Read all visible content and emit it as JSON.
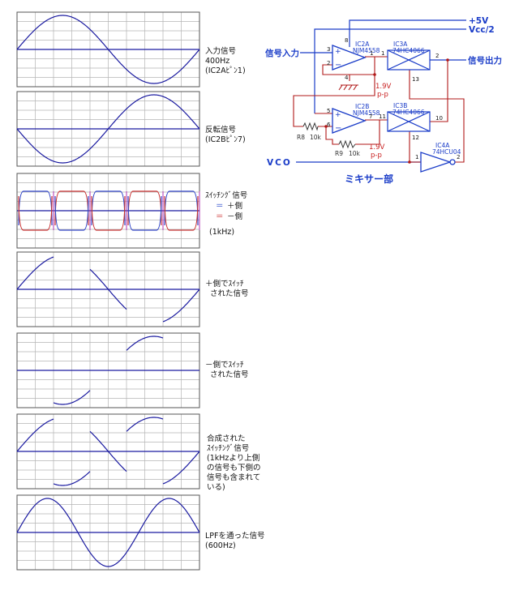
{
  "colors": {
    "grid_border": "#555555",
    "grid_line": "#b4b4b4",
    "trace": "#1a1aa0",
    "pos_trace": "#3246c8",
    "neg_trace": "#c83232",
    "wire": "#b01818",
    "accent_blue": "#1a3cc8",
    "annot_red": "#c81e1e"
  },
  "panels": [
    {
      "id": "input",
      "lines": [
        "入力信号",
        "400Hz",
        "(IC2Aﾋﾟﾝ1)"
      ]
    },
    {
      "id": "inverted",
      "lines": [
        "反転信号",
        "(IC2Bﾋﾟﾝ7)"
      ]
    },
    {
      "id": "switching",
      "lines": [
        "ｽｲｯﾁﾝｸﾞ信号"
      ],
      "legend": [
        {
          "mark": "＝",
          "text": "＋側"
        },
        {
          "mark": "＝",
          "text": "－側"
        }
      ],
      "freq": "(1kHz)"
    },
    {
      "id": "plus",
      "lines": [
        "＋側でｽｲｯﾁ",
        "された信号"
      ]
    },
    {
      "id": "minus",
      "lines": [
        "－側でｽｲｯﾁ",
        "された信号"
      ]
    },
    {
      "id": "combined",
      "lines": [
        "合成された",
        "ｽｲｯﾁﾝｸﾞ信号",
        "(1kHzより上側",
        "の信号も下側の",
        "信号も含まれて",
        "いる)"
      ]
    },
    {
      "id": "lpf",
      "lines": [
        "LPFを通った信号",
        "(600Hz)"
      ]
    }
  ],
  "circuit": {
    "vplus": "+5V",
    "vcc2": "Vcc/2",
    "input_label": "信号入力",
    "output_label": "信号出力",
    "vco_label": "VCO",
    "section_title": "ミキサー部",
    "ic2a": {
      "name": "IC2A",
      "part": "NJM4558"
    },
    "ic2b": {
      "name": "IC2B",
      "part": "NJM4558"
    },
    "ic3a": {
      "name": "IC3A",
      "part": "74HC4066"
    },
    "ic3b": {
      "name": "IC3B",
      "part": "74HC4066"
    },
    "ic4a": {
      "name": "IC4A",
      "part": "74HCU04"
    },
    "r8": {
      "name": "R8",
      "value": "10k"
    },
    "r9": {
      "name": "R9",
      "value": "10k"
    },
    "meas1": {
      "v": "1.9V",
      "u": "p-p"
    },
    "meas2": {
      "v": "1.9V",
      "u": "p-p"
    },
    "pins": {
      "p8": "8",
      "p3": "3",
      "p2": "2",
      "p1": "1",
      "p4": "4",
      "p5": "5",
      "p6": "6",
      "p7": "7",
      "p11": "11",
      "p13": "13",
      "p10": "10",
      "p12": "12",
      "s1": "1",
      "s2": "2",
      "v1": "1",
      "v2": "2"
    }
  }
}
